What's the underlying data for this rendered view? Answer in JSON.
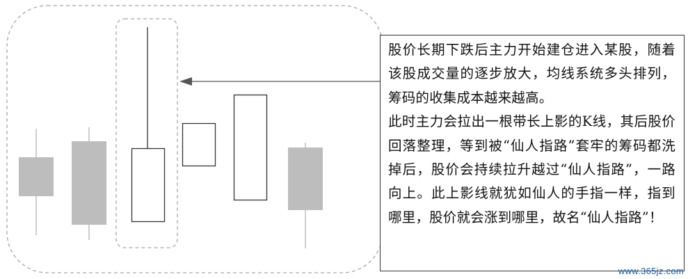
{
  "description_box": {
    "paragraph_1": "股价长期下跌后主力开始建仓进入某股，随着该股成交量的逐步放大，均线系统多头排列，筹码的收集成本越来越高。",
    "paragraph_2": "此时主力会拉出一根带长上影的K线，其后股价回落整理，等到被“仙人指路”套牢的筹码都洗掉后，股价会持续拉升越过“仙人指路”，一路向上。此上影线就犹如仙人的手指一样，指到哪里，股价就会涨到哪里，故名“仙人指路”！"
  },
  "watermark": "www.365jz.com",
  "candles": [
    {
      "id": "candle-1",
      "fill": "gray",
      "open_close_relative": "mid",
      "has_upper_wick": true,
      "has_lower_wick": true
    },
    {
      "id": "candle-2",
      "fill": "gray",
      "has_upper_wick": true,
      "has_lower_wick": true
    },
    {
      "id": "candle-3-long-upper-shadow",
      "fill": "hollow",
      "highlighted": true,
      "has_upper_wick": true,
      "has_lower_wick": false
    },
    {
      "id": "candle-4",
      "fill": "hollow",
      "has_upper_wick": false,
      "has_lower_wick": false
    },
    {
      "id": "candle-5",
      "fill": "hollow",
      "has_upper_wick": false,
      "has_lower_wick": false
    },
    {
      "id": "candle-6",
      "fill": "gray",
      "has_upper_wick": true,
      "has_lower_wick": true
    }
  ],
  "colors": {
    "gray_candle": "#bdbdbd",
    "outline": "#333333",
    "dashed_border": "#a8a8a8",
    "arrow": "#555555",
    "watermark": "#1d5fa8"
  }
}
